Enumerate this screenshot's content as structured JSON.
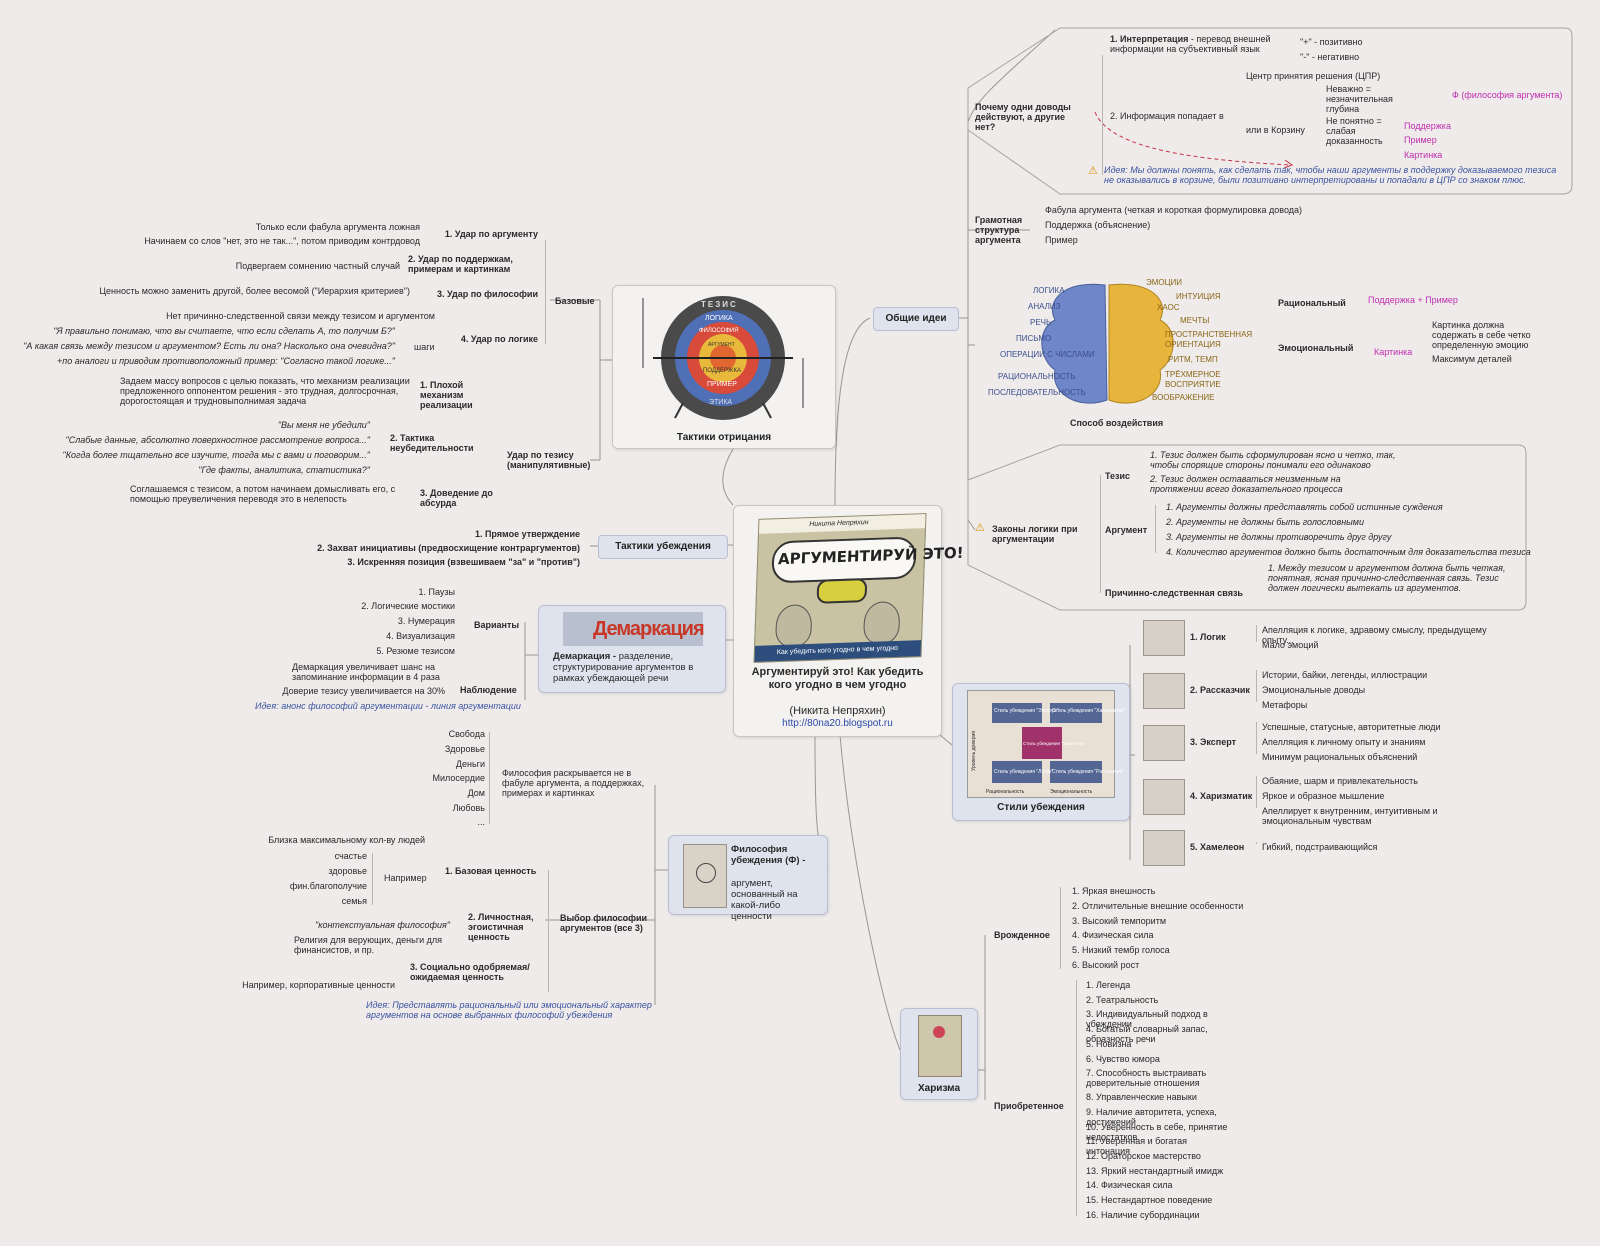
{
  "center": {
    "book_author": "Никита Непряхин",
    "book_title": "АРГУМЕНТИРУЙ ЭТО!",
    "book_subtitle": "Как убедить кого угодно в чем угодно",
    "title": "Аргументируй это! Как убедить кого угодно в чем угодно",
    "author": "(Никита Непряхин)",
    "link": "http://80na20.blogspot.ru"
  },
  "denial": {
    "title": "Тактики отрицания",
    "target_labels": [
      "ТЕЗИС",
      "ЛОГИКА",
      "ФИЛОСОФИЯ",
      "АРГУМЕНТ",
      "ПОДДЕРЖКА",
      "ПРИМЕР",
      "ЭТИКА"
    ],
    "basic": "Базовые",
    "basic_items": [
      {
        "label": "1. Удар по аргументу",
        "notes": [
          "Только если фабула аргумента ложная",
          "Начинаем со слов \"нет, это не так...\", потом приводим контрдовод"
        ]
      },
      {
        "label": "2. Удар по поддержкам, примерам и картинкам",
        "notes": [
          "Подвергаем сомнению частный случай"
        ]
      },
      {
        "label": "3. Удар по философии",
        "notes": [
          "Ценность можно заменить другой, более весомой (\"Иерархия критериев\")"
        ]
      },
      {
        "label": "4. Удар по логике",
        "notes": [
          "Нет причинно-следственной связи между тезисом и аргументом"
        ],
        "steps_label": "шаги",
        "steps": [
          "\"Я правильно понимаю, что вы считаете, что если сделать А, то получим Б?\"",
          "\"А какая связь между тезисом и аргументом? Есть ли она? Насколько она очевидна?\"",
          "+по аналоги и приводим противоположный пример: \"Согласно такой логике...\""
        ]
      }
    ],
    "thesis": "Удар по тезису (манипулятивные)",
    "thesis_items": [
      {
        "label": "1. Плохой механизм реализации",
        "note": "Задаем массу вопросов с целью показать, что механизм реализации предложенного оппонентом решения - это трудная, долгосрочная, дорогостоящая и трудновыполнимая задача"
      },
      {
        "label": "2. Тактика неубедительности",
        "quotes": [
          "\"Вы меня не убедили\"",
          "\"Слабые данные, абсолютно поверхностное рассмотрение вопроса...\"",
          "\"Когда более тщательно все изучите, тогда мы с вами и поговорим...\"",
          "\"Где факты, аналитика, статистика?\""
        ]
      },
      {
        "label": "3. Доведение до абсурда",
        "note": "Соглашаемся с тезисом, а потом начинаем домысливать его, с помощью преувеличения переводя это в нелепость"
      }
    ]
  },
  "persuasion": {
    "title": "Тактики убеждения",
    "items": [
      "1. Прямое утверждение",
      "2. Захват инициативы (предвосхищение контраргументов)",
      "3. Искренняя позиция (взвешиваем \"за\" и \"против\")"
    ]
  },
  "demarcation": {
    "card_word": "Демаркация",
    "card_title": "Демаркация -",
    "card_desc": "разделение, структурирование аргументов в рамках убеждающей речи",
    "variants": "Варианты",
    "variant_items": [
      "1. Паузы",
      "2. Логические мостики",
      "3. Нумерация",
      "4. Визуализация",
      "5. Резюме тезисом"
    ],
    "observation": "Наблюдение",
    "observation_items": [
      "Демаркация увеличивает шанс на запоминание информации в 4 раза",
      "Доверие тезису увеличивается на 30%"
    ],
    "idea": "Идея: анонс философий аргументации - линия аргументации"
  },
  "philosophy": {
    "card_title": "Философия убеждения (Ф) -",
    "card_desc": "аргумент, основанный на какой-либо ценности",
    "values": [
      "Свобода",
      "Здоровье",
      "Деньги",
      "Милосердие",
      "Дом",
      "Любовь",
      "..."
    ],
    "values_note": "Философия раскрывается не в фабуле аргумента, а поддержках, примерах и картинках",
    "choice": "Выбор философии аргументов (все 3)",
    "basic": "1. Базовая ценность",
    "basic_note": "Близка максимальному кол-ву людей",
    "example": "Например",
    "examples": [
      "счастье",
      "здоровье",
      "фин.благополучие",
      "семья"
    ],
    "personal": "2. Личностная, эгоистичная ценность",
    "personal_items": [
      "\"контекстуальная философия\"",
      "Религия для верующих, деньги для финансистов, и пр."
    ],
    "social": "3. Социально одобряемая/ожидаемая ценность",
    "social_note": "Например, корпоративные ценности",
    "idea": "Идея: Представлять рациональный или эмоциональный характер аргументов на основе выбранных философий убеждения"
  },
  "charisma": {
    "title": "Харизма",
    "innate": "Врожденное",
    "innate_items": [
      "1. Яркая внешность",
      "2. Отличительные внешние особенности",
      "3. Высокий темпоритм",
      "4. Физическая сила",
      "5. Низкий тембр голоса",
      "6. Высокий рост"
    ],
    "acquired": "Приобретенное",
    "acquired_items": [
      "1. Легенда",
      "2. Театральность",
      "3. Индивидуальный подход в убеждении",
      "4. Богатый словарный запас, образность речи",
      "5. Новизна",
      "6. Чувство юмора",
      "7. Способность выстраивать доверительные отношения",
      "8. Управленческие навыки",
      "9. Наличие авторитета, успеха, достижений",
      "10. Уверенность в себе, принятие недостатков",
      "11. Уверенная и богатая интонация",
      "12. Ораторское мастерство",
      "13. Яркий нестандартный имидж",
      "14. Физическая сила",
      "15. Нестандартное поведение",
      "16. Наличие субординации"
    ]
  },
  "styles": {
    "title": "Стили убеждения",
    "matrix": {
      "y_axis": "Уровень доверия",
      "x_axis": "Рациональность",
      "x_axis2": "Эмоциональность",
      "cells": [
        "Стиль убеждения \"Эксперт\"",
        "Стиль убеждения \"Харизматик\"",
        "Стиль убеждения \"Хамелеон\"",
        "Стиль убеждения \"Логик\"",
        "Стиль убеждения \"Рассказчик\""
      ]
    },
    "items": [
      {
        "label": "1. Логик",
        "notes": [
          "Апелляция к логике, здравому смыслу, предыдущему опыту...",
          "Мало эмоций"
        ]
      },
      {
        "label": "2. Рассказчик",
        "notes": [
          "Истории, байки, легенды, иллюстрации",
          "Эмоциональные доводы",
          "Метафоры"
        ]
      },
      {
        "label": "3. Эксперт",
        "notes": [
          "Успешные, статусные, авторитетные люди",
          "Апелляция к личному опыту и знаниям",
          "Минимум рациональных объяснений"
        ]
      },
      {
        "label": "4. Харизматик",
        "notes": [
          "Обаяние, шарм и привлекательность",
          "Яркое и образное мышление",
          "Апеллирует к внутренним, интуитивным и эмоциональным чувствам"
        ]
      },
      {
        "label": "5. Хамелеон",
        "notes": [
          "Гибкий, подстраивающийся"
        ]
      }
    ]
  },
  "general": {
    "title": "Общие идеи",
    "why": {
      "label": "Почему одни доводы действуют, а другие нет?",
      "interp": "1. Интерпретация",
      "interp_desc": " - перевод внешней информации на субъективный язык",
      "plus": "\"+\" - позитивно",
      "minus": "\"-\" - негативно",
      "info": "2. Информация попадает в",
      "center": "Центр принятия решения (ЦПР)",
      "basket": "или в Корзину",
      "unimportant": "Неважно = незначительная глубина",
      "phi": "Ф (философия аргумента)",
      "unclear": "Не понятно = слабая доказанность",
      "support": "Поддержка",
      "example": "Пример",
      "picture": "Картинка",
      "idea": "Идея: Мы должны понять, как сделать так, чтобы наши аргументы в поддержку доказываемого тезиса не оказывались в корзине, были позитивно интерпретированы и попадали в ЦПР со знаком плюс."
    },
    "structure": {
      "label": "Грамотная структура аргумента",
      "items": [
        "Фабула аргумента (четкая и короткая формулировка довода)",
        "Поддержка (объяснение)",
        "Пример"
      ]
    },
    "impact": {
      "label": "Способ воздействия",
      "left_words": [
        "ЛОГИКА",
        "АНАЛИЗ",
        "РЕЧЬ",
        "ПИСЬМО",
        "ОПЕРАЦИИ С ЧИСЛАМИ",
        "РАЦИОНАЛЬНОСТЬ",
        "ПОСЛЕДОВАТЕЛЬНОСТЬ"
      ],
      "right_words": [
        "ЭМОЦИИ",
        "ИНТУИЦИЯ",
        "ХАОС",
        "МЕЧТЫ",
        "ПРОСТРАНСТВЕННАЯ ОРИЕНТАЦИЯ",
        "РИТМ, ТЕМП",
        "ТРЁХМЕРНОЕ ВОСПРИЯТИЕ",
        "ВООБРАЖЕНИЕ"
      ],
      "rational": "Рациональный",
      "rational_note": "Поддержка + Пример",
      "emotional": "Эмоциональный",
      "emotional_pink": "Картинка",
      "emotional_notes": [
        "Картинка должна содержать в себе четко определенную эмоцию",
        "Максимум деталей"
      ]
    },
    "logic": {
      "label": "Законы логики при аргументации",
      "thesis": "Тезис",
      "thesis_items": [
        "1. Тезис должен быть сформулирован ясно и четко, так, чтобы спорящие стороны понимали его одинаково",
        "2. Тезис должен оставаться неизменным на протяжении всего доказательного процесса"
      ],
      "argument": "Аргумент",
      "argument_items": [
        "1. Аргументы должны представлять собой истинные суждения",
        "2. Аргументы не должны быть голословными",
        "3. Аргументы не должны противоречить друг другу",
        "4. Количество аргументов должно быть достаточным для доказательства тезиса"
      ],
      "causal": "Причинно-следственная связь",
      "causal_item": "1. Между тезисом и аргументом должна быть четкая, понятная, ясная причинно-следственная связь. Тезис должен логически вытекать из аргументов."
    }
  }
}
